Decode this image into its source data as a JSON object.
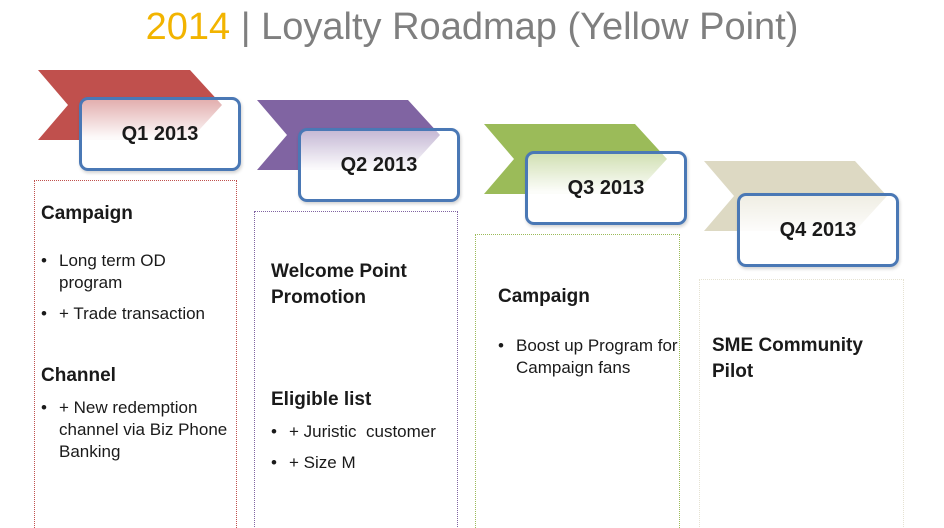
{
  "title": {
    "year": "2014",
    "separator": " | ",
    "text": "Loyalty Roadmap (Yellow Point)"
  },
  "colors": {
    "q1_arrow": "#c0504d",
    "q2_arrow": "#8064a2",
    "q3_arrow": "#9bbb59",
    "q4_arrow": "#ddd9c3",
    "label_border": "#4a78b5",
    "year_accent": "#f2b400"
  },
  "quarters": [
    {
      "label": "Q1 2013",
      "sections": [
        {
          "heading": "Campaign",
          "bullets": [
            "Long term OD program",
            "+ Trade transaction"
          ]
        },
        {
          "heading": "Channel",
          "bullets": [
            "+ New redemption channel via Biz Phone Banking"
          ]
        }
      ]
    },
    {
      "label": "Q2 2013",
      "sections": [
        {
          "heading": "Welcome Point Promotion",
          "bullets": []
        },
        {
          "heading": "Eligible list",
          "bullets": [
            "+ Juristic  customer",
            "+ Size M"
          ]
        }
      ]
    },
    {
      "label": "Q3 2013",
      "sections": [
        {
          "heading": "Campaign",
          "bullets": [
            "Boost up Program for Campaign fans"
          ]
        }
      ]
    },
    {
      "label": "Q4 2013",
      "sections": [
        {
          "heading": "SME Community Pilot",
          "bullets": []
        }
      ]
    }
  ]
}
